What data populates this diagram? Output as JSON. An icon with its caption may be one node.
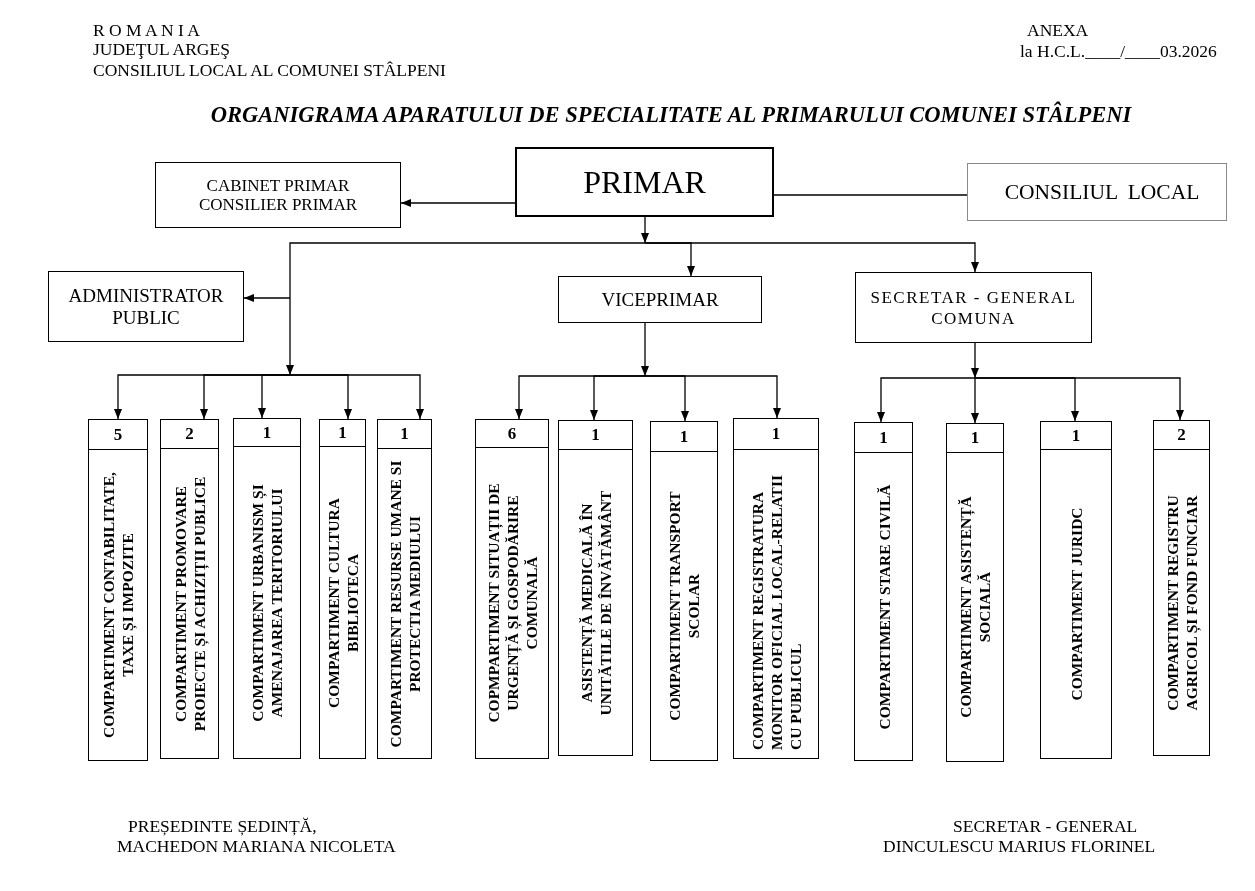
{
  "diagram": {
    "title": "ORGANIGRAMA APARATULUI DE SPECIALITATE AL PRIMARULUI COMUNEI STÂLPENI",
    "nodes": [
      {
        "text": [
          "PRIMAR"
        ]
      },
      {
        "text": [
          "CABINET PRIMAR",
          "CONSILIER PRIMAR"
        ]
      },
      {
        "text": [
          "CONSILIUL LOCAL"
        ]
      },
      {
        "text": [
          "ADMINISTRATOR PUBLIC"
        ]
      },
      {
        "text": [
          "VICEPRIMAR"
        ]
      },
      {
        "text": [
          "SECRETAR - GENERAL COMUNA"
        ]
      },
      {
        "text": [
          "5",
          "COMPARTIMENT CONTABILITATE, TAXE ȘI IMPOZITE"
        ]
      },
      {
        "text": [
          "2",
          "COMPARTIMENT PROMOVARE PROIECTE ȘI ACHIZIȚII PUBLICE"
        ]
      },
      {
        "text": [
          "1",
          "COMPARTIMENT URBANISM ȘI AMENAJAREA TERITORIULUI"
        ]
      },
      {
        "text": [
          "1",
          "COMPARTIMENT CULTURA BIBLIOTECA"
        ]
      },
      {
        "text": [
          "1",
          "COMPARTIMENT RESURSE UMANE SI PROTECTIA MEDIULUI"
        ]
      },
      {
        "text": [
          "6",
          "COPMPARTIMENT SITUAȚII DE URGENȚĂ ȘI GOSPODĂRIRE COMUNALĂ"
        ]
      },
      {
        "text": [
          "1",
          "ASISTENȚĂ MEDICALĂ ÎN UNITĂTILE DE ÎNVĂTĂMÂNT"
        ]
      },
      {
        "text": [
          "1",
          "COMPARTIMENT TRANSPORT SCOLAR"
        ]
      },
      {
        "text": [
          "1",
          "COMPARTIMENT REGISTRATURA MONITOR OFICIAL LOCAL-RELATII CU PUBLICUL"
        ]
      },
      {
        "text": [
          "1",
          "COMPARTIMENT STARE CIVILĂ"
        ]
      },
      {
        "text": [
          "1",
          "COMPARTIMENT ASISTENȚĂ SOCIALĂ"
        ]
      },
      {
        "text": [
          "1",
          "COMPARTIMENT JURIDC"
        ]
      },
      {
        "text": [
          "2",
          "COMPARTIMENT REGISTRU AGRICOL ȘI FOND FUNCIAR"
        ]
      }
    ],
    "edges": [
      {
        "from": 0,
        "to": 1,
        "arrow": "to"
      },
      {
        "from": 0,
        "to": 2,
        "arrow": "none"
      },
      {
        "from": 0,
        "to": 3,
        "arrow": "to"
      },
      {
        "from": 0,
        "to": 4,
        "arrow": "to"
      },
      {
        "from": 0,
        "to": 5,
        "arrow": "to"
      },
      {
        "from": 0,
        "to": 6,
        "arrow": "to"
      },
      {
        "from": 0,
        "to": 7,
        "arrow": "to"
      },
      {
        "from": 0,
        "to": 8,
        "arrow": "to"
      },
      {
        "from": 0,
        "to": 9,
        "arrow": "to"
      },
      {
        "from": 0,
        "to": 10,
        "arrow": "to"
      },
      {
        "from": 4,
        "to": 11,
        "arrow": "to"
      },
      {
        "from": 4,
        "to": 12,
        "arrow": "to"
      },
      {
        "from": 4,
        "to": 13,
        "arrow": "to"
      },
      {
        "from": 4,
        "to": 14,
        "arrow": "to"
      },
      {
        "from": 5,
        "to": 15,
        "arrow": "to"
      },
      {
        "from": 5,
        "to": 16,
        "arrow": "to"
      },
      {
        "from": 5,
        "to": 17,
        "arrow": "to"
      },
      {
        "from": 5,
        "to": 18,
        "arrow": "to"
      }
    ],
    "labels": [
      "R O M A N I A",
      "ANEXA",
      "JUDEŢUL ARGEŞ",
      "la H.C.L.____/____03.2026",
      "CONSILIUL LOCAL AL COMUNEI STÂLPENI",
      "PREȘEDINTE ȘEDINȚĂ,",
      "SECRETAR - GENERAL",
      "MACHEDON MARIANA NICOLETA",
      "DINCULESCU MARIUS FLORINEL"
    ]
  }
}
